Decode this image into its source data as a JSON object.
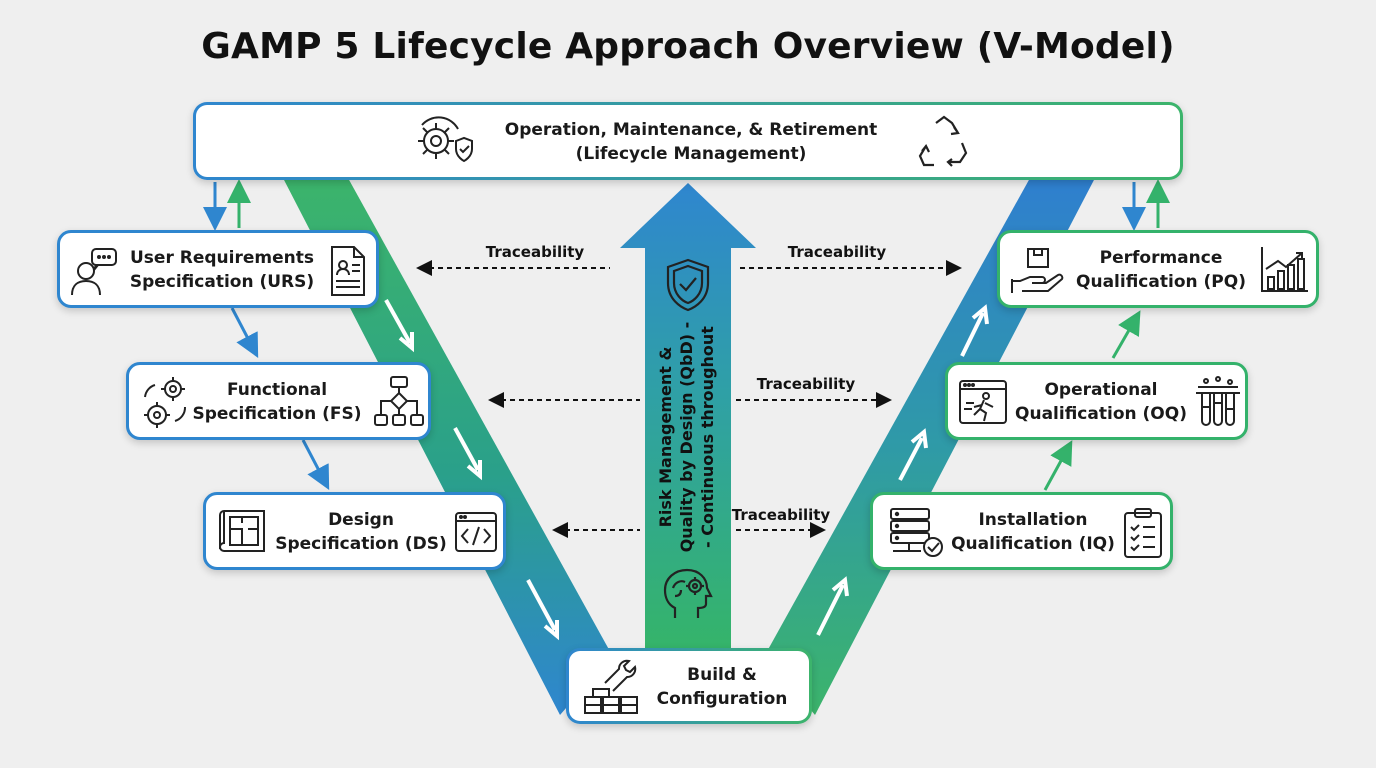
{
  "title": "GAMP 5 Lifecycle Approach Overview (V-Model)",
  "top_box": {
    "line1": "Operation, Maintenance, & Retirement",
    "line2": "(Lifecycle Management)",
    "icons": [
      "gear-shield-icon",
      "recycle-icon"
    ]
  },
  "left_side": [
    {
      "line1": "User Requirements",
      "line2": "Specification (URS)",
      "icons": [
        "user-chat-icon",
        "document-profile-icon"
      ]
    },
    {
      "line1": "Functional",
      "line2": "Specification (FS)",
      "icons": [
        "gears-icon",
        "flowchart-icon"
      ]
    },
    {
      "line1": "Design",
      "line2": "Specification (DS)",
      "icons": [
        "blueprint-icon",
        "code-window-icon"
      ]
    }
  ],
  "right_side": [
    {
      "line1": "Performance",
      "line2": "Qualification (PQ)",
      "icons": [
        "hand-box-icon",
        "bar-chart-icon"
      ]
    },
    {
      "line1": "Operational",
      "line2": "Qualification (OQ)",
      "icons": [
        "window-runner-icon",
        "test-tubes-icon"
      ]
    },
    {
      "line1": "Installation",
      "line2": "Qualification (IQ)",
      "icons": [
        "server-check-icon",
        "clipboard-icon"
      ]
    }
  ],
  "bottom_box": {
    "line1": "Build &",
    "line2": "Configuration",
    "icons": [
      "wrench-blocks-icon"
    ]
  },
  "traceability": [
    "Traceability",
    "Traceability",
    "Traceability",
    "Traceability"
  ],
  "center_arrow": {
    "lines": [
      "Risk Management &",
      "Quality by Design (QbD) -",
      "- Continuous throughout"
    ],
    "icons": [
      "shield-check-icon",
      "head-gear-icon"
    ]
  },
  "colors": {
    "blue": "#2f86cf",
    "green": "#34b26b",
    "dark": "#111111"
  }
}
